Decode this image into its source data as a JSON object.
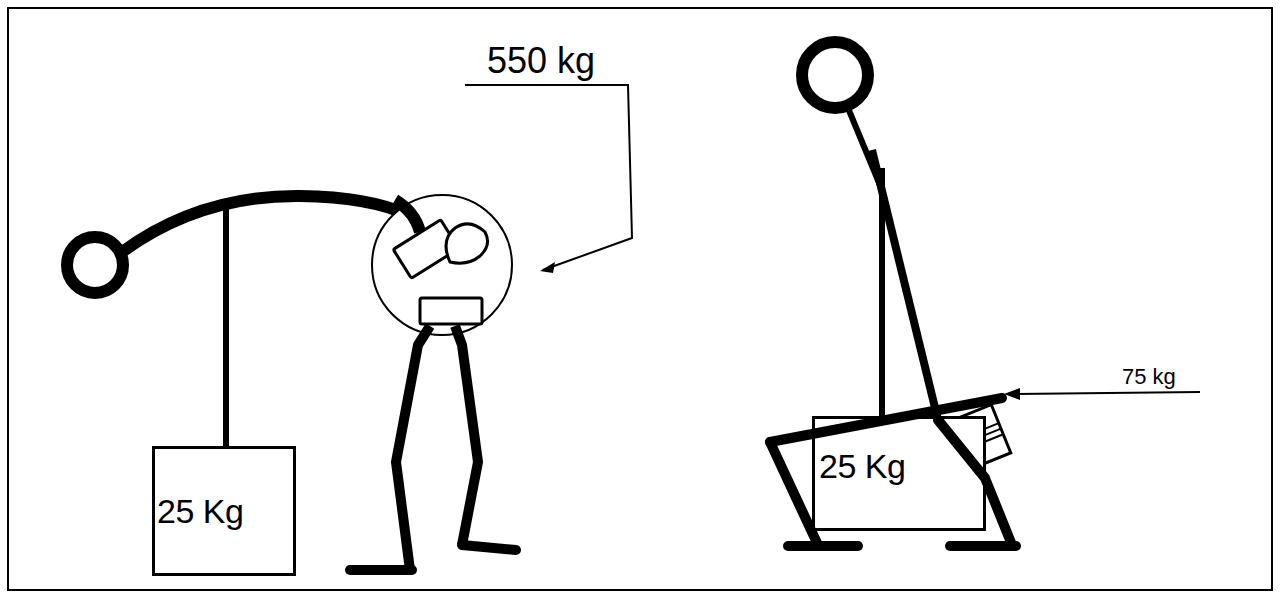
{
  "diagram": {
    "nodes": [
      {
        "text": [
          "25 Kg"
        ]
      },
      {
        "text": [
          "25 Kg"
        ]
      }
    ],
    "labels": [
      "550 kg",
      "75 kg"
    ]
  }
}
